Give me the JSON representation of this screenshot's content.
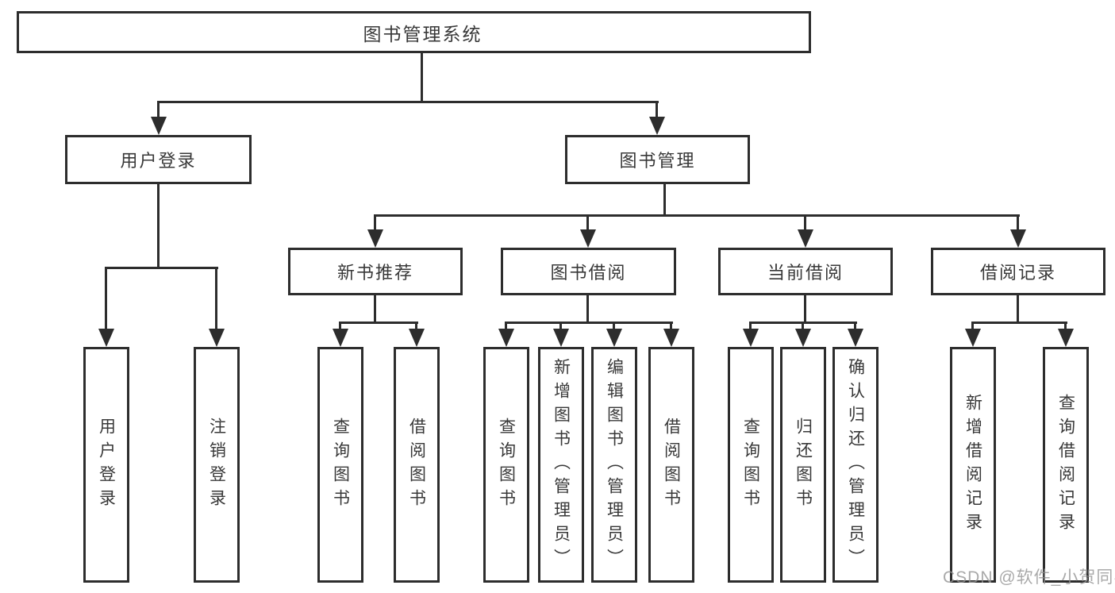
{
  "diagram_title": "图书管理系统",
  "nodes": {
    "root": "图书管理系统",
    "user_login": "用户登录",
    "book_management": "图书管理",
    "new_book_recommend": "新书推荐",
    "book_borrow": "图书借阅",
    "current_borrow": "当前借阅",
    "borrow_record": "借阅记录",
    "ul_user_login": "用户登录",
    "ul_logout": "注销登录",
    "nbr_search_book": "查询图书",
    "nbr_borrow_book": "借阅图书",
    "bb_search_book": "查询图书",
    "bb_add_book": "新增图书（管理员）",
    "bb_edit_book": "编辑图书（管理员）",
    "bb_borrow_book": "借阅图书",
    "cb_search_book": "查询图书",
    "cb_return_book": "归还图书",
    "cb_confirm_return": "确认归还（管理员）",
    "br_add_record": "新增借阅记录",
    "br_search_record": "查询借阅记录"
  },
  "hierarchy": {
    "root": [
      "user_login",
      "book_management"
    ],
    "user_login": [
      "ul_user_login",
      "ul_logout"
    ],
    "book_management": [
      "new_book_recommend",
      "book_borrow",
      "current_borrow",
      "borrow_record"
    ],
    "new_book_recommend": [
      "nbr_search_book",
      "nbr_borrow_book"
    ],
    "book_borrow": [
      "bb_search_book",
      "bb_add_book",
      "bb_edit_book",
      "bb_borrow_book"
    ],
    "current_borrow": [
      "cb_search_book",
      "cb_return_book",
      "cb_confirm_return"
    ],
    "borrow_record": [
      "br_add_record",
      "br_search_record"
    ]
  },
  "watermark": "CSDN @软件_小贺同学",
  "colors": {
    "line": "#2d2d2d",
    "text": "#383838",
    "background": "#ffffff",
    "watermark_gray": "#949494"
  }
}
